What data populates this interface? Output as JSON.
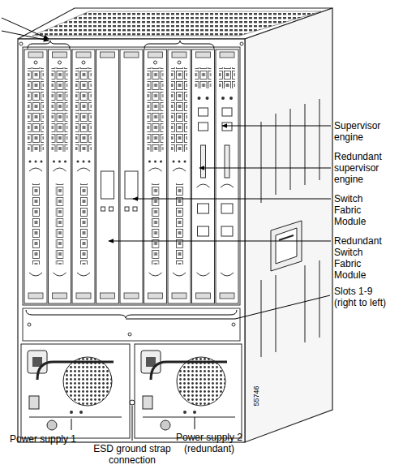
{
  "diagram": {
    "labels": [
      "Supervisor engine",
      "Redundant supervisor engine",
      "Switch Fabric Module",
      "Redundant Switch Fabric Module",
      "Slots 1-9 (right to left)",
      "55746",
      "Power supply 1",
      "Power supply 2 (redundant)",
      "ESD ground strap connection"
    ]
  }
}
